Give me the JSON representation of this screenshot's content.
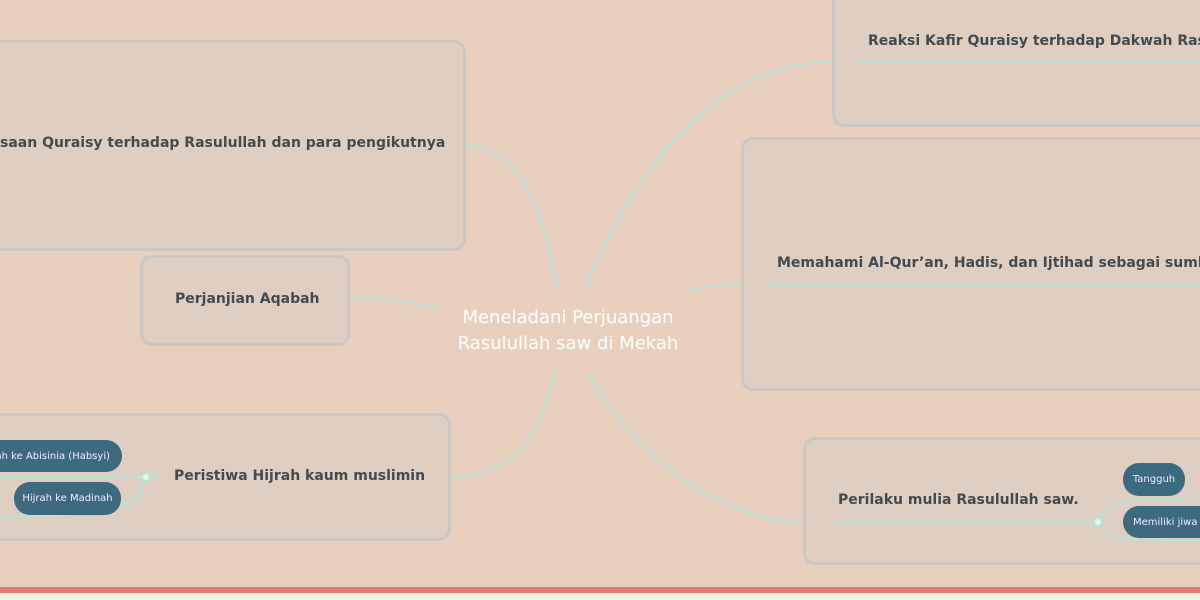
{
  "central": {
    "line1": "Meneladani Perjuangan",
    "line2": "Rasulullah saw di Mekah"
  },
  "left": [
    {
      "label": "saan Quraisy terhadap Rasulullah dan para pengikutnya"
    },
    {
      "label": "Perjanjian Aqabah"
    },
    {
      "label": "Peristiwa Hijrah kaum muslimin",
      "children": [
        "rah ke Abisinia (Habsyi)",
        "Hijrah ke Madinah"
      ]
    }
  ],
  "right": [
    {
      "label": "Reaksi Kafir Quraisy terhadap Dakwah Rasulu"
    },
    {
      "label": "Memahami Al-Qur’an, Hadis, dan Ijtihad sebagai sumber h"
    },
    {
      "label": "Perilaku mulia Rasulullah saw.",
      "children": [
        "Tangguh",
        "Memiliki jiwa b"
      ]
    }
  ]
}
